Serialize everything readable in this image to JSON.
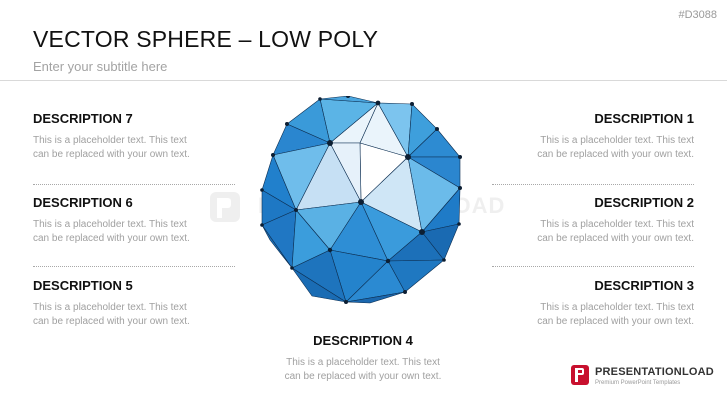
{
  "code": "#D3088",
  "title": "VECTOR SPHERE – LOW POLY",
  "subtitle": "Enter your subtitle here",
  "watermark": "PRESENTATIONLOAD",
  "logo": {
    "name": "PRESENTATIONLOAD",
    "tagline": "Premium PowerPoint Templates"
  },
  "descriptions": {
    "d1": {
      "heading": "DESCRIPTION 1",
      "line1": "This is a placeholder text. This text",
      "line2": "can be replaced with your own text."
    },
    "d2": {
      "heading": "DESCRIPTION 2",
      "line1": "This is a placeholder text. This text",
      "line2": "can be replaced with your own text."
    },
    "d3": {
      "heading": "DESCRIPTION 3",
      "line1": "This is a placeholder text. This text",
      "line2": "can be replaced with your own text."
    },
    "d4": {
      "heading": "DESCRIPTION 4",
      "line1": "This is a placeholder text. This text",
      "line2": "can be replaced with your own text."
    },
    "d5": {
      "heading": "DESCRIPTION 5",
      "line1": "This is a placeholder text. This text",
      "line2": "can be replaced with your own text."
    },
    "d6": {
      "heading": "DESCRIPTION 6",
      "line1": "This is a placeholder text. This text",
      "line2": "can be replaced with your own text."
    },
    "d7": {
      "heading": "DESCRIPTION 7",
      "line1": "This is a placeholder text. This text",
      "line2": "can be replaced with your own text."
    }
  },
  "colors": {
    "accent": "#1f78c8",
    "logo_red": "#c8102e"
  }
}
